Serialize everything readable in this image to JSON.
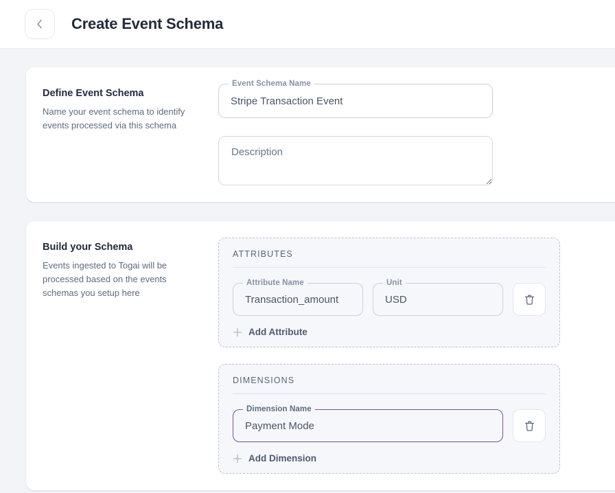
{
  "header": {
    "back_icon": "chevron-left-icon",
    "title": "Create Event Schema"
  },
  "colors": {
    "page_background": "#f2f4f7",
    "card_background": "#ffffff",
    "panel_background": "#f5f7fa",
    "title_text": "#222a3b",
    "muted_text": "#5d6b82",
    "label_text": "#8792a6",
    "border": "#c9d0dc",
    "dashed_border": "#b9c2d0",
    "focus_accent": "#7b4f9d"
  },
  "cards": [
    {
      "heading": "Define Event Schema",
      "subtitle": "Name your event schema to identify events processed via this schema",
      "fields": {
        "schema_name": {
          "label": "Event Schema Name",
          "value": "Stripe Transaction Event",
          "placeholder": "Event Schema Name"
        },
        "description": {
          "value": "",
          "placeholder": "Description"
        }
      }
    },
    {
      "heading": "Build your Schema",
      "subtitle": "Events ingested to Togai will be processed based on the events schemas you setup here",
      "panels": [
        {
          "title": "ATTRIBUTES",
          "rows": [
            {
              "name_label": "Attribute Name",
              "name_value": "Transaction_amount",
              "name_placeholder": "Attribute Name",
              "unit_label": "Unit",
              "unit_value": "USD",
              "unit_placeholder": "Unit",
              "delete_icon": "trash-icon",
              "focused": false
            }
          ],
          "add_label": "Add Attribute",
          "add_icon": "plus-icon"
        },
        {
          "title": "DIMENSIONS",
          "rows": [
            {
              "name_label": "Dimension Name",
              "name_value": "Payment Mode",
              "name_placeholder": "Dimension Name",
              "delete_icon": "trash-icon",
              "focused": true
            }
          ],
          "add_label": "Add Dimension",
          "add_icon": "plus-icon"
        }
      ]
    }
  ]
}
